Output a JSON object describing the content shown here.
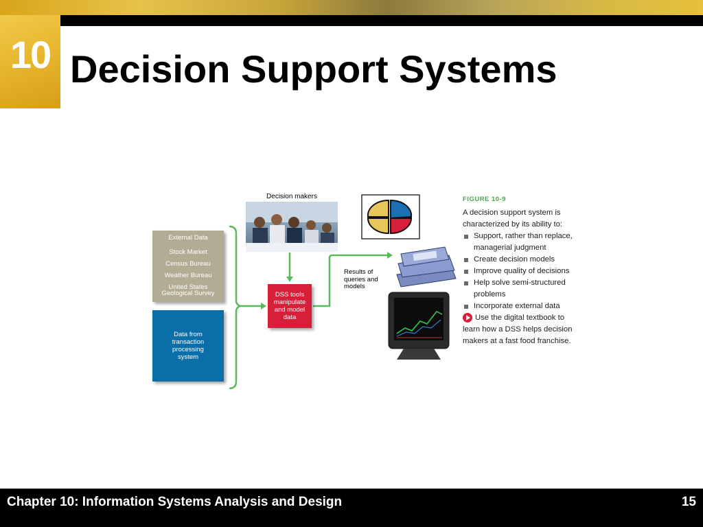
{
  "header": {
    "chapter_number": "10",
    "title": "Decision Support Systems"
  },
  "figure": {
    "decision_makers_label": "Decision makers",
    "external_data": {
      "heading": "External Data",
      "items": [
        "Stock Market",
        "Census Bureau",
        "Weather Bureau",
        "United States",
        "Geological Survey"
      ]
    },
    "transaction_data": [
      "Data from",
      "transaction",
      "processing",
      "system"
    ],
    "dss_tools": [
      "DSS tools",
      "manipulate",
      "and model",
      "data"
    ],
    "results_label": [
      "Results of",
      "queries and",
      "models"
    ]
  },
  "caption": {
    "figure_label": "FIGURE 10-9",
    "intro_lines": [
      "A decision support system is",
      "characterized by its ability to:"
    ],
    "bullets": [
      [
        "Support, rather than replace,",
        "managerial judgment"
      ],
      [
        "Create decision models"
      ],
      [
        "Improve quality of decisions"
      ],
      [
        "Help solve semi-structured",
        "problems"
      ],
      [
        "Incorporate external data"
      ]
    ],
    "digital_note": [
      "Use the digital textbook to",
      "learn how a DSS helps decision",
      "makers at a fast food franchise."
    ]
  },
  "footer": {
    "chapter_text": "Chapter 10: Information Systems Analysis and Design",
    "page_number": "15"
  },
  "colors": {
    "accent_gold": "#e6b52c",
    "arrow_green": "#5cb85c",
    "dss_red": "#d81f3a",
    "transaction_blue": "#0a6ea8",
    "external_taupe": "#b3ac94"
  }
}
